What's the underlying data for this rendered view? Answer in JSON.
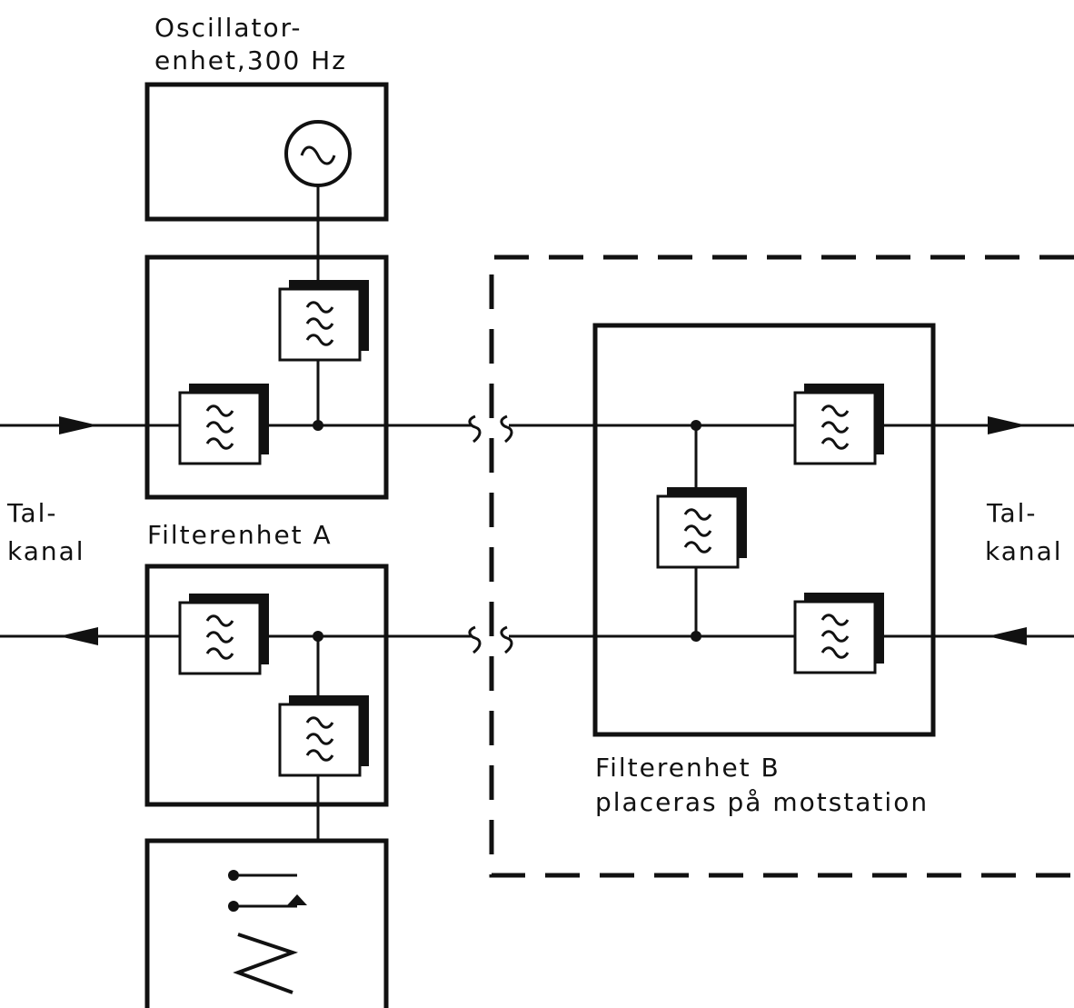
{
  "labels": {
    "oscillator_line1": "Oscillator-",
    "oscillator_line2": "enhet,300 Hz",
    "talkanal_left_line1": "Tal-",
    "talkanal_left_line2": "kanal",
    "talkanal_right_line1": "Tal-",
    "talkanal_right_line2": "kanal",
    "filter_a": "Filterenhet A",
    "filter_b_line1": "Filterenhet B",
    "filter_b_line2": "placeras på motstation"
  },
  "icons": {
    "oscillator": "sine-source-icon",
    "filter": "bandpass-filter-icon",
    "relay": "relay-switch-icon"
  },
  "colors": {
    "ink": "#111111",
    "background": "#ffffff"
  }
}
